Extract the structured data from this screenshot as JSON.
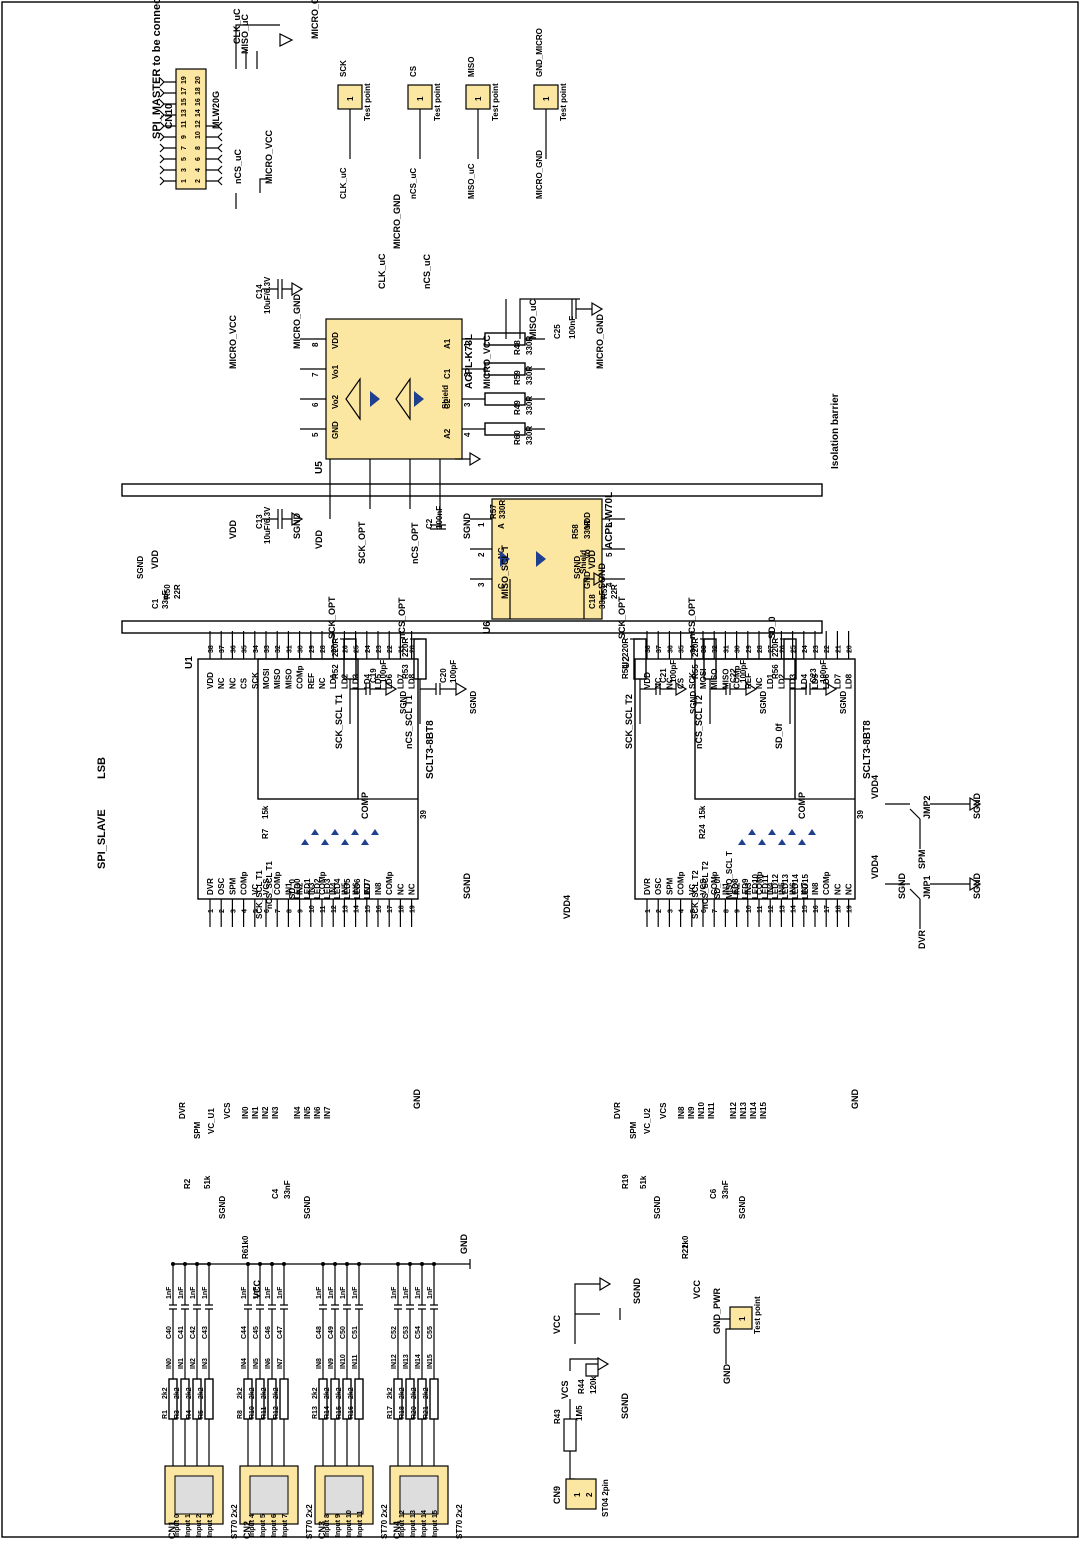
{
  "colors": {
    "package_fill": "#fbe6a2",
    "led_blue": "#1f3f8f",
    "line": "#000000"
  },
  "rot": {
    "spi_master_title": "SPI_MASTER to be connected",
    "cn10": {
      "ref": "CN10",
      "part": "MLW20G",
      "odd": [
        "1",
        "3",
        "5",
        "7",
        "9",
        "11",
        "13",
        "15",
        "17",
        "19"
      ],
      "even": [
        "2",
        "4",
        "6",
        "8",
        "10",
        "12",
        "14",
        "16",
        "18",
        "20"
      ],
      "clk": "CLK_uC",
      "miso": "MISO_uC",
      "ncs": "nCS_uC",
      "vcc": "MICRO_VCC",
      "gnd": "MICRO_GND"
    },
    "testpoints": [
      {
        "pin": "SCK",
        "num": "1",
        "label": "Test point",
        "net": "CLK_uC"
      },
      {
        "pin": "CS",
        "num": "1",
        "label": "Test point",
        "net": "nCS_uC"
      },
      {
        "pin": "MISO",
        "num": "1",
        "label": "Test point",
        "net": "MISO_uC"
      },
      {
        "pin": "GND_MICRO",
        "num": "1",
        "label": "Test point",
        "net": "MICRO_GND"
      }
    ],
    "u5": {
      "ref": "U5",
      "part": "ACPL-K73L",
      "pins_top": [
        "1",
        "2",
        "3",
        "4"
      ],
      "pins_bottom": [
        "8",
        "7",
        "6",
        "5"
      ],
      "names_top": [
        "A1",
        "C1",
        "C2",
        "A2"
      ],
      "names_bottom": [
        "VDD",
        "Vo1",
        "Vo2",
        "GND"
      ],
      "shield": "Shield"
    },
    "u6": {
      "ref": "U6",
      "part": "ACPL-W70L",
      "pins_top": [
        "6",
        "5",
        "4"
      ],
      "pins_bottom": [
        "1",
        "2",
        "3"
      ],
      "names_top": [
        "VDD",
        "Vo",
        "GND"
      ],
      "names_bottom": [
        "A",
        "NC",
        "C"
      ],
      "shield": "Shield"
    },
    "isolation": "Isolation barrier",
    "opto_top": {
      "c14": "C14",
      "c14v": "10uF/6.3V",
      "mvcc": "MICRO_VCC",
      "mgnd": "MICRO_GND",
      "r48": "R48",
      "r59": "R59",
      "r49": "R49",
      "r60": "R60",
      "r330": "330R",
      "clk": "CLK_uC",
      "ncs": "nCS_uC",
      "mgnd2": "MICRO_GND",
      "mvcc2": "MICRO_VCC",
      "miso": "MISO_uC",
      "c25": "C25",
      "c25v": "100nF",
      "mgnd3": "MICRO_GND"
    },
    "opto_bot": {
      "vdd": "VDD",
      "c13": "C13",
      "c13v": "10uF/6.3V",
      "sgnd": "SGND",
      "vdd2": "VDD",
      "sck_opt": "SCK_OPT",
      "ncs_opt": "nCS_OPT",
      "c2": "C2",
      "c2v": "100nF",
      "sgnd2": "SGND",
      "r57": "R57",
      "r57v": "330R",
      "miso_sclt": "MISO_SCL T",
      "r58": "R58",
      "r58v": "330R",
      "sgnd3": "SGND"
    },
    "rc": [
      {
        "r": "R52",
        "rv": "220R",
        "c": "C19",
        "cv": "100pF",
        "top": "SCK_OPT",
        "bot": "SCK_SCL T1"
      },
      {
        "r": "R53",
        "rv": "220R",
        "c": "C20",
        "cv": "100pF",
        "top": "nCS_OPT",
        "bot": "nCS_SCL T1"
      },
      {
        "r": "R54",
        "rv": "220R",
        "c": "C21",
        "cv": "100pF",
        "top": "SCK_OPT",
        "bot": "SCK_SCL T2"
      },
      {
        "r": "R55",
        "rv": "220R",
        "c": "C22",
        "cv": "100pF",
        "top": "nCS_OPT",
        "bot": "nCS_SCL T2"
      },
      {
        "r": "R56",
        "rv": "220R",
        "c": "C23",
        "cv": "100pF",
        "top": "SD_0",
        "bot": "SD_0f"
      }
    ],
    "rc_sgnd": "SGND",
    "spi_slave": "SPI_SLAVE",
    "lsb": "LSB",
    "u1": {
      "ref": "U1",
      "part": "SCLT3-8BT8",
      "comp": "COMP",
      "pin39": "39",
      "left_pins": [
        "1",
        "2",
        "3",
        "4",
        "5",
        "6",
        "7",
        "8",
        "9",
        "10",
        "11",
        "12",
        "13",
        "14",
        "15",
        "16",
        "17",
        "18",
        "19"
      ],
      "left_names": [
        "DVR",
        "OSC",
        "SPM",
        "COMp",
        "VC",
        "VCS",
        "COMp",
        "IN1",
        "IN2",
        "IN3",
        "COMp",
        "IN4",
        "IN5",
        "IN6",
        "IN7",
        "IN8",
        "COMp",
        "NC",
        "NC"
      ],
      "right_pins": [
        "38",
        "37",
        "36",
        "35",
        "34",
        "33",
        "32",
        "31",
        "30",
        "29",
        "28",
        "27",
        "26",
        "25",
        "24",
        "23",
        "22",
        "21",
        "20"
      ],
      "right_names": [
        "VDD",
        "NC",
        "NC",
        "CS",
        "SCK",
        "MOSI",
        "MISO",
        "MISO",
        "COMp",
        "REF",
        "NC",
        "LD1",
        "LD2",
        "LD3",
        "LD4",
        "LD5",
        "LD6",
        "LD7",
        "LD8"
      ]
    },
    "u1_nets": {
      "r50": "R50",
      "r50v": "22R",
      "vdd": "VDD",
      "c1": "C1",
      "c1v": "33nF",
      "sgnd": "SGND",
      "ncs": "nCS_SCL T1",
      "sck": "SCK_SCL T1",
      "sd0": "SD_0",
      "r7": "R7",
      "r7v": "15k",
      "leds": [
        "LED0",
        "LED1",
        "LED2",
        "LED3",
        "LED4",
        "LED5",
        "LED6",
        "LED7"
      ],
      "sgnd2": "SGND",
      "dvr": "DVR",
      "spm": "SPM",
      "vcu1": "VC_U1",
      "vcs": "VCS",
      "inA": [
        "IN0",
        "IN1",
        "IN2",
        "IN3"
      ],
      "inB": [
        "IN4",
        "IN5",
        "IN6",
        "IN7"
      ],
      "gnd": "GND",
      "r2": "R2",
      "r2v": "51k",
      "c4": "C4",
      "c4v": "33nF",
      "sgnd3": "SGND",
      "sgnd4": "SGND",
      "r6": "R6",
      "r6v": "1k0",
      "vcc": "VCC"
    },
    "u2": {
      "ref": "U2",
      "part": "SCLT3-8BT8",
      "comp": "COMP",
      "pin39": "39"
    },
    "u2_nets": {
      "r51": "R51",
      "r51v": "22R",
      "vdd": "VDD",
      "c18": "C18",
      "c18v": "33nF",
      "sgnd": "SGND",
      "vdd4": "VDD4",
      "ncs": "nCS_SCL T2",
      "sck": "SCK_SCL T2",
      "sd0f": "SD_0f",
      "miso": "MISO_SCL T",
      "r24": "R24",
      "r24v": "15k",
      "leds": [
        "LED8",
        "LED9",
        "LED10",
        "LED11",
        "LED12",
        "LED13",
        "LED14",
        "LED15"
      ],
      "sgnd2": "SGND",
      "dvr": "DVR",
      "spm": "SPM",
      "vcu2": "VC_U2",
      "vcs": "VCS",
      "inA": [
        "IN8",
        "IN9",
        "IN10",
        "IN11"
      ],
      "inB": [
        "IN12",
        "IN13",
        "IN14",
        "IN15"
      ],
      "gnd": "GND",
      "r19": "R19",
      "r19v": "51k",
      "c6": "C6",
      "c6v": "33nF",
      "sgnd3": "SGND",
      "sgnd4": "SGND",
      "r22": "R22",
      "r22v": "1k0",
      "vcc": "VCC"
    },
    "jumpers": [
      {
        "ref": "JMP2",
        "top": "VDD4",
        "bot": "SPM",
        "gnd": "SGND"
      },
      {
        "ref": "JMP1",
        "top": "VDD4",
        "bot": "DVR",
        "gnd": "SGND"
      }
    ],
    "vcs_div": {
      "vcs": "VCS",
      "r44": "R44",
      "r44v": "120k",
      "r43": "R43",
      "r43v": "1M5",
      "vcc": "VCC",
      "sgnd": "SGND",
      "sgnd2": "SGND",
      "gnd": "GND"
    },
    "cn9": {
      "ref": "CN9",
      "part": "ST04 2pin",
      "p1": "1",
      "p2": "2"
    },
    "gnd_pwr": {
      "net": "GND_PWR",
      "num": "1",
      "label": "Test point",
      "gnd": "GND"
    },
    "gnd_in": "GND",
    "input_groups": [
      {
        "cn": "CN1",
        "part": "ST70 2x2",
        "inputs": [
          "Input 0",
          "Input 1",
          "Input 2",
          "Input 3"
        ],
        "rs": [
          "R1",
          "R3",
          "R4",
          "R5"
        ],
        "ins": [
          "IN0",
          "IN1",
          "IN2",
          "IN3"
        ],
        "cs": [
          "C40",
          "C41",
          "C42",
          "C43"
        ]
      },
      {
        "cn": "CN2",
        "part": "ST70 2x2",
        "inputs": [
          "Input 4",
          "Input 5",
          "Input 6",
          "Input 7"
        ],
        "rs": [
          "R8",
          "R10",
          "R11",
          "R12"
        ],
        "ins": [
          "IN4",
          "IN5",
          "IN6",
          "IN7"
        ],
        "cs": [
          "C44",
          "C45",
          "C46",
          "C47"
        ]
      },
      {
        "cn": "CN3",
        "part": "ST70 2x2",
        "inputs": [
          "Input 8",
          "Input 9",
          "Input 10",
          "Input 11"
        ],
        "rs": [
          "R13",
          "R14",
          "R15",
          "R16"
        ],
        "ins": [
          "IN8",
          "IN9",
          "IN10",
          "IN11"
        ],
        "cs": [
          "C48",
          "C49",
          "C50",
          "C51"
        ]
      },
      {
        "cn": "CN4",
        "part": "ST70 2x2",
        "inputs": [
          "Input 12",
          "Input 13",
          "Input 14",
          "Input 15"
        ],
        "rs": [
          "R17",
          "R18",
          "R20",
          "R21"
        ],
        "ins": [
          "IN12",
          "IN13",
          "IN14",
          "IN15"
        ],
        "cs": [
          "C52",
          "C53",
          "C54",
          "C55"
        ]
      }
    ],
    "in_r": "2k2",
    "in_c": "1nF"
  }
}
